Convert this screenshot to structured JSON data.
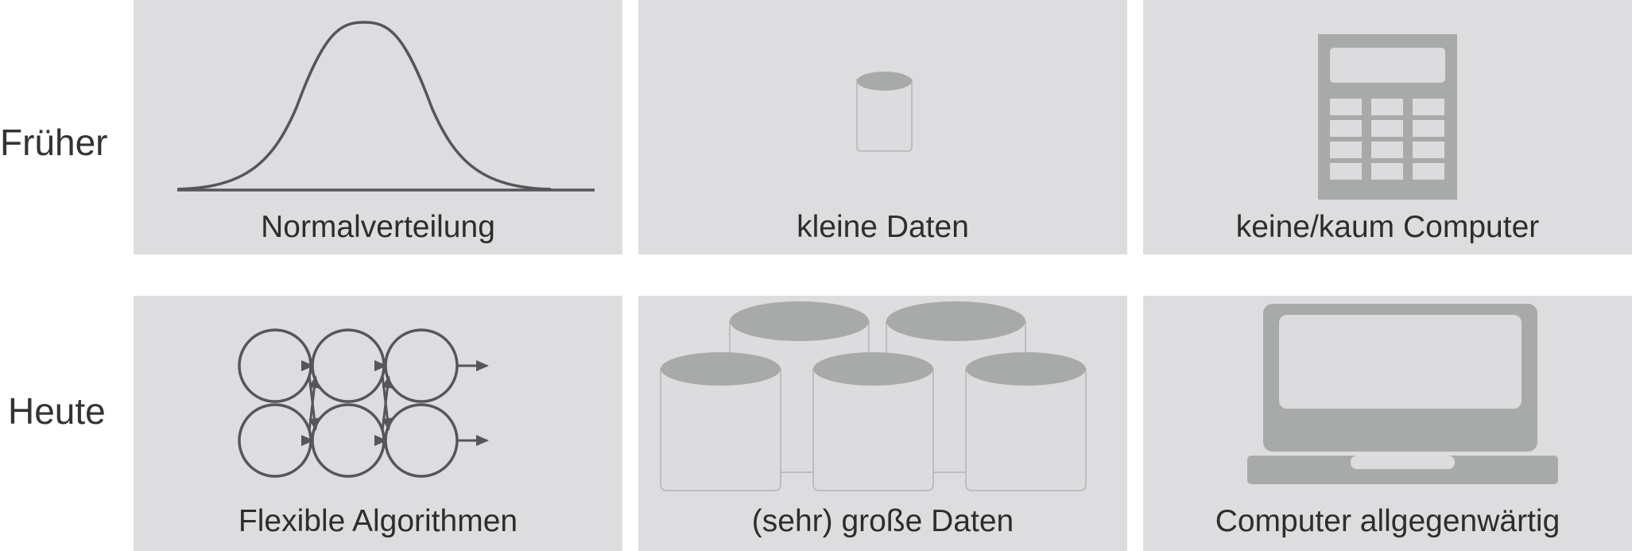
{
  "rows": {
    "past_label": "Früher",
    "present_label": "Heute"
  },
  "panels": {
    "normal_distribution": "Normalverteilung",
    "small_data": "kleine Daten",
    "no_computers": "keine/kaum Computer",
    "flexible_algorithms": "Flexible Algorithmen",
    "big_data": "(sehr) große Daten",
    "computers_ubiquitous": "Computer allgegenwärtig"
  },
  "colors": {
    "panel_bg": "#dddddf",
    "icon_gray": "#a8aaa9",
    "line_dark": "#54565a",
    "cylinder_body": "#dcdcde"
  }
}
